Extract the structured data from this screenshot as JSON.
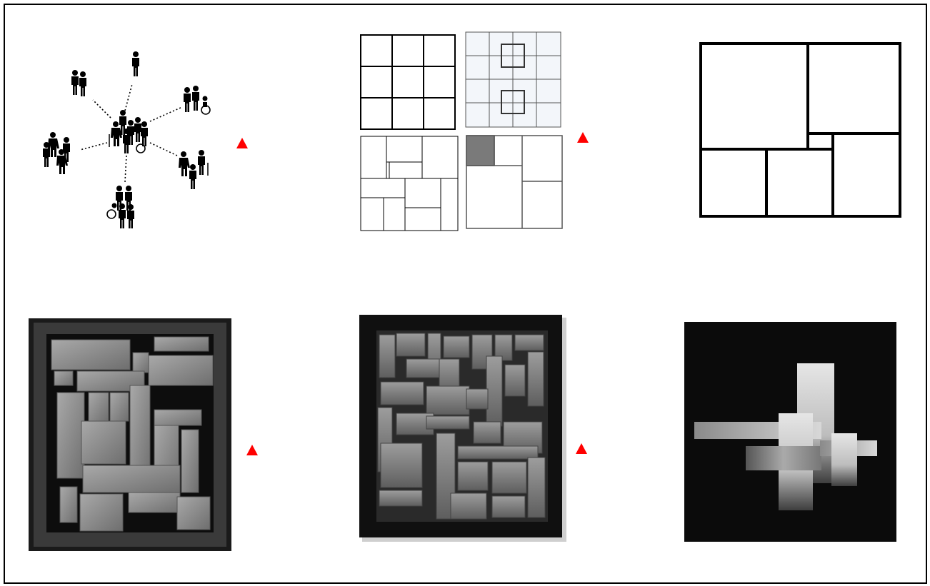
{
  "colors": {
    "arrow": "#ff0000",
    "line": "#000000",
    "highlight_square": "#7a7a7a",
    "grid_tint": "#f3f6fa"
  },
  "icons": {
    "people_network": "people-group-icons",
    "arrow": "red-triangle-right-arrow"
  },
  "panels": [
    {
      "id": "people-network",
      "kind": "icon-cluster"
    },
    {
      "id": "grid-studies",
      "kind": "line-drawings",
      "count": 4
    },
    {
      "id": "final-composition",
      "kind": "line-drawing"
    },
    {
      "id": "wood-relief-1",
      "kind": "photo"
    },
    {
      "id": "wood-relief-2",
      "kind": "photo"
    },
    {
      "id": "metal-sculpture",
      "kind": "photo"
    }
  ]
}
